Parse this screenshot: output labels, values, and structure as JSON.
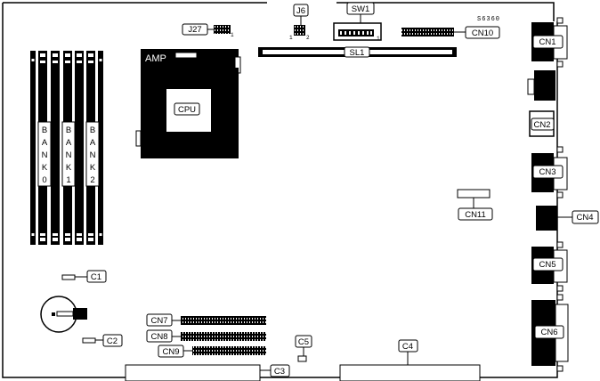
{
  "board_id": "S6360",
  "labels": {
    "j27": "J27",
    "j6": "J6",
    "j6_pin1": "1",
    "j6_pin2": "2",
    "sw1": "SW1",
    "sw1_pin": "1",
    "cn10": "CN10",
    "cn1": "CN1",
    "cn2": "CN2",
    "cn3": "CN3",
    "cn4": "CN4",
    "cn5": "CN5",
    "cn6": "CN6",
    "cn7": "CN7",
    "cn8": "CN8",
    "cn9": "CN9",
    "cn11": "CN11",
    "sl1": "SL1",
    "amp": "AMP",
    "cpu": "CPU",
    "c1": "C1",
    "c2": "C2",
    "c3": "C3",
    "c4": "C4",
    "c5": "C5",
    "j27_pin1": "1"
  },
  "banks": [
    {
      "letters": [
        "B",
        "A",
        "N",
        "K",
        "0"
      ]
    },
    {
      "letters": [
        "B",
        "A",
        "N",
        "K",
        "1"
      ]
    },
    {
      "letters": [
        "B",
        "A",
        "N",
        "K",
        "2"
      ]
    }
  ]
}
